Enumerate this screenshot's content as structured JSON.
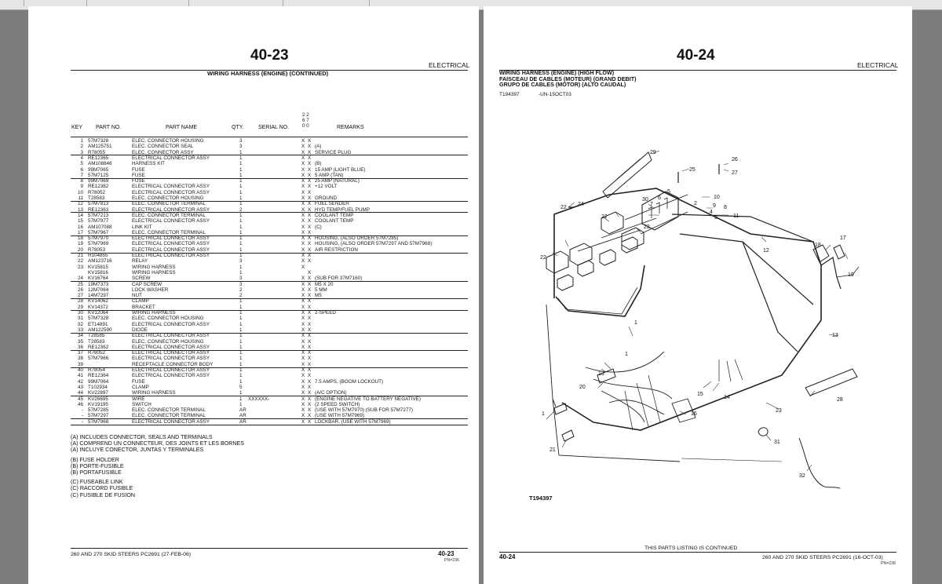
{
  "left": {
    "page_number": "40-23",
    "section": "ELECTRICAL",
    "title": "WIRING HARNESS (ENGINE) (CONTINUED)",
    "model_codes_top": "2 2",
    "model_codes_mid": "6 7",
    "model_codes_bot": "0 0",
    "columns": {
      "key": "KEY",
      "part": "PART NO.",
      "name": "PART NAME",
      "qty": "QTY.",
      "serial": "SERIAL NO.",
      "remarks": "REMARKS"
    },
    "rows": [
      {
        "key": "1",
        "part": "57M7328",
        "name": "ELEC. CONNECTOR HOUSING",
        "qty": "3",
        "serial": "",
        "m1": "X",
        "m2": "X",
        "rem": ""
      },
      {
        "key": "2",
        "part": "AM125751",
        "name": "ELEC. CONNECTOR SEAL",
        "qty": "3",
        "serial": "",
        "m1": "X",
        "m2": "X",
        "rem": "(A)"
      },
      {
        "key": "3",
        "part": "R78055",
        "name": "ELEC. CONNECTOR ASSY",
        "qty": "1",
        "serial": "",
        "m1": "X",
        "m2": "X",
        "rem": "SERVICE PLUG"
      },
      {
        "key": "4",
        "part": "RE12365",
        "name": "ELECTRICAL CONNECTOR ASSY",
        "qty": "1",
        "serial": "",
        "m1": "X",
        "m2": "X",
        "rem": ""
      },
      {
        "key": "5",
        "part": "AM108846",
        "name": "HARNESS KIT",
        "qty": "1",
        "serial": "",
        "m1": "X",
        "m2": "X",
        "rem": "(B)"
      },
      {
        "key": "6",
        "part": "99M7065",
        "name": "FUSE",
        "qty": "1",
        "serial": "",
        "m1": "X",
        "m2": "X",
        "rem": "15 AMP (LIGHT BLUE)"
      },
      {
        "key": "7",
        "part": "57M7125",
        "name": "FUSE",
        "qty": "1",
        "serial": "",
        "m1": "X",
        "m2": "X",
        "rem": "5 AMP (TAN)"
      },
      {
        "key": "8",
        "part": "99M7069",
        "name": "FUSE",
        "qty": "1",
        "serial": "",
        "m1": "X",
        "m2": "X",
        "rem": "25 AMP (NATURAL)"
      },
      {
        "key": "9",
        "part": "RE12382",
        "name": "ELECTRICAL CONNECTOR ASSY",
        "qty": "1",
        "serial": "",
        "m1": "X",
        "m2": "X",
        "rem": "+12 VOLT"
      },
      {
        "key": "10",
        "part": "R78052",
        "name": "ELECTRICAL CONNECTOR ASSY",
        "qty": "1",
        "serial": "",
        "m1": "X",
        "m2": "X",
        "rem": ""
      },
      {
        "key": "11",
        "part": "T28583",
        "name": "ELEC. CONNECTOR HOUSING",
        "qty": "1",
        "serial": "",
        "m1": "X",
        "m2": "X",
        "rem": "GROUND"
      },
      {
        "key": "12",
        "part": "57M7813",
        "name": "ELEC. CONNECTOR TERMINAL",
        "qty": "1",
        "serial": "",
        "m1": "X",
        "m2": "X",
        "rem": "FUEL SENDER"
      },
      {
        "key": "13",
        "part": "RE12363",
        "name": "ELECTRICAL CONNECTOR ASSY",
        "qty": "2",
        "serial": "",
        "m1": "X",
        "m2": "X",
        "rem": "HYD TEMP/FUEL PUMP"
      },
      {
        "key": "14",
        "part": "57M7213",
        "name": "ELEC. CONNECTOR TERMINAL",
        "qty": "1",
        "serial": "",
        "m1": "X",
        "m2": "X",
        "rem": "COOLANT TEMP"
      },
      {
        "key": "15",
        "part": "57M7977",
        "name": "ELECTRICAL CONNECTOR ASSY",
        "qty": "1",
        "serial": "",
        "m1": "X",
        "m2": "X",
        "rem": "COOLANT TEMP"
      },
      {
        "key": "16",
        "part": "AM107088",
        "name": "LINK KIT",
        "qty": "1",
        "serial": "",
        "m1": "X",
        "m2": "X",
        "rem": "(C)"
      },
      {
        "key": "17",
        "part": "57M7967",
        "name": "ELEC. CONNECTOR TERMINAL",
        "qty": "1",
        "serial": "",
        "m1": "X",
        "m2": "X",
        "rem": ""
      },
      {
        "key": "18",
        "part": "57M7970",
        "name": "ELECTRICAL CONNECTOR ASSY",
        "qty": "1",
        "serial": "",
        "m1": "X",
        "m2": "X",
        "rem": "HOUSING, (ALSO ORDER 57M7285)"
      },
      {
        "key": "19",
        "part": "57M7969",
        "name": "ELECTRICAL CONNECTOR ASSY",
        "qty": "1",
        "serial": "",
        "m1": "X",
        "m2": "X",
        "rem": "HOUSING, (ALSO ORDER 57M7297 AND 57M7968)"
      },
      {
        "key": "20",
        "part": "R78053",
        "name": "ELECTRICAL CONNECTOR ASSY",
        "qty": "1",
        "serial": "",
        "m1": "X",
        "m2": "X",
        "rem": "AIR RESTRICTION"
      },
      {
        "key": "21",
        "part": "H104855",
        "name": "ELECTRICAL CONNECTOR ASSY",
        "qty": "1",
        "serial": "",
        "m1": "X",
        "m2": "X",
        "rem": ""
      },
      {
        "key": "22",
        "part": "AM123716",
        "name": "RELAY",
        "qty": "3",
        "serial": "",
        "m1": "X",
        "m2": "X",
        "rem": ""
      },
      {
        "key": "23",
        "part": "KV15815",
        "name": "WIRING HARNESS",
        "qty": "1",
        "serial": "",
        "m1": "X",
        "m2": "",
        "rem": ""
      },
      {
        "key": "",
        "part": "KV15816",
        "name": "WIRING HARNESS",
        "qty": "1",
        "serial": "",
        "m1": "",
        "m2": "X",
        "rem": ""
      },
      {
        "key": "24",
        "part": "KV16764",
        "name": "SCREW",
        "qty": "3",
        "serial": "",
        "m1": "X",
        "m2": "X",
        "rem": "(SUB FOR 37M7160)"
      },
      {
        "key": "25",
        "part": "19M7373",
        "name": "CAP SCREW",
        "qty": "3",
        "serial": "",
        "m1": "X",
        "m2": "X",
        "rem": "M5 X 20"
      },
      {
        "key": "26",
        "part": "12M7064",
        "name": "LOCK WASHER",
        "qty": "2",
        "serial": "",
        "m1": "X",
        "m2": "X",
        "rem": "5 MM"
      },
      {
        "key": "27",
        "part": "14M7297",
        "name": "NUT",
        "qty": "2",
        "serial": "",
        "m1": "X",
        "m2": "X",
        "rem": "M5"
      },
      {
        "key": "28",
        "part": "KV14062",
        "name": "CLAMP",
        "qty": "1",
        "serial": "",
        "m1": "X",
        "m2": "X",
        "rem": ""
      },
      {
        "key": "29",
        "part": "KV14372",
        "name": "BRACKET",
        "qty": "1",
        "serial": "",
        "m1": "X",
        "m2": "X",
        "rem": ""
      },
      {
        "key": "30",
        "part": "KV12064",
        "name": "WIRING HARNESS",
        "qty": "1",
        "serial": "",
        "m1": "X",
        "m2": "X",
        "rem": "2-SPEED"
      },
      {
        "key": "31",
        "part": "57M7328",
        "name": "ELEC. CONNECTOR HOUSING",
        "qty": "1",
        "serial": "",
        "m1": "X",
        "m2": "X",
        "rem": ""
      },
      {
        "key": "32",
        "part": "ET14891",
        "name": "ELECTRICAL CONNECTOR ASSY",
        "qty": "1",
        "serial": "",
        "m1": "X",
        "m2": "X",
        "rem": ""
      },
      {
        "key": "33",
        "part": "AM122590",
        "name": "DIODE",
        "qty": "1",
        "serial": "",
        "m1": "X",
        "m2": "X",
        "rem": ""
      },
      {
        "key": "34",
        "part": "T28585",
        "name": "ELECTRICAL CONNECTOR ASSY",
        "qty": "1",
        "serial": "",
        "m1": "X",
        "m2": "X",
        "rem": ""
      },
      {
        "key": "35",
        "part": "T28583",
        "name": "ELEC. CONNECTOR HOUSING",
        "qty": "1",
        "serial": "",
        "m1": "X",
        "m2": "X",
        "rem": ""
      },
      {
        "key": "36",
        "part": "RE12362",
        "name": "ELECTRICAL CONNECTOR ASSY",
        "qty": "1",
        "serial": "",
        "m1": "X",
        "m2": "X",
        "rem": ""
      },
      {
        "key": "37",
        "part": "R78052",
        "name": "ELECTRICAL CONNECTOR ASSY",
        "qty": "1",
        "serial": "",
        "m1": "X",
        "m2": "X",
        "rem": ""
      },
      {
        "key": "38",
        "part": "57M7966",
        "name": "ELECTRICAL CONNECTOR ASSY",
        "qty": "1",
        "serial": "",
        "m1": "X",
        "m2": "X",
        "rem": ""
      },
      {
        "key": "39",
        "part": "",
        "name": "RECEPTACLE CONNECTOR BODY",
        "qty": "1",
        "serial": "",
        "m1": "X",
        "m2": "X",
        "rem": ""
      },
      {
        "key": "40",
        "part": "R78054",
        "name": "ELECTRICAL CONNECTOR ASSY",
        "qty": "1",
        "serial": "",
        "m1": "X",
        "m2": "X",
        "rem": ""
      },
      {
        "key": "41",
        "part": "RE12364",
        "name": "ELECTRICAL CONNECTOR ASSY",
        "qty": "1",
        "serial": "",
        "m1": "X",
        "m2": "X",
        "rem": ""
      },
      {
        "key": "42",
        "part": "99M7064",
        "name": "FUSE",
        "qty": "1",
        "serial": "",
        "m1": "X",
        "m2": "X",
        "rem": "7.5 AMPS, (BOOM LOCKOUT)"
      },
      {
        "key": "43",
        "part": "T102934",
        "name": "CLAMP",
        "qty": "5",
        "serial": "",
        "m1": "X",
        "m2": "X",
        "rem": ""
      },
      {
        "key": "44",
        "part": "KV22897",
        "name": "WIRING HARNESS",
        "qty": "1",
        "serial": "",
        "m1": "X",
        "m2": "X",
        "rem": "(A/C OPTION)"
      },
      {
        "key": "45",
        "part": "KV26695",
        "name": "WIRE",
        "qty": "1",
        "serial": "XXXXXX-",
        "m1": "X",
        "m2": "X",
        "rem": "(ENGINE NEGATIVE TO BATTERY NEGATIVE)"
      },
      {
        "key": "46",
        "part": "KV19195",
        "name": "SWITCH",
        "qty": "1",
        "serial": "",
        "m1": "X",
        "m2": "X",
        "rem": "(2 SPEED SWITCH)"
      },
      {
        "key": "-",
        "part": "57M7285",
        "name": "ELEC. CONNECTOR TERMINAL",
        "qty": "AR",
        "serial": "",
        "m1": "X",
        "m2": "X",
        "rem": "(USE WITH 57M7970) (SUB FOR 57M7277)"
      },
      {
        "key": "-",
        "part": "57M7297",
        "name": "ELEC. CONNECTOR TERMINAL",
        "qty": "AR",
        "serial": "",
        "m1": "X",
        "m2": "X",
        "rem": "(USE WITH 57M7969)"
      },
      {
        "key": "-",
        "part": "57M7968",
        "name": "ELECTRICAL CONNECTOR ASSY",
        "qty": "AR",
        "serial": "",
        "m1": "X",
        "m2": "X",
        "rem": "LOCKBAR, (USE WITH 57M7969)"
      }
    ],
    "notes": [
      "(A) INCLUDES CONNECTOR, SEALS AND TERMINALS",
      "(A) COMPREND UN CONNECTEUR, DES JOINTS ET LES BORNES",
      "(A) INCLUYE CONECTOR, JUNTAS Y TERMINALES",
      "",
      "(B) FUSE HOLDER",
      "(B) PORTE-FUSIBLE",
      "(B) PORTAFUSIBLE",
      "",
      "(C) FUSEABLE LINK",
      "(C) RACCORD FUSIBLE",
      "(C) FUSIBLE DE FUSION"
    ],
    "footer_left": "260 AND 270 SKID STEERS    PC2691    (27-FEB-06)",
    "footer_page": "40-23",
    "footer_code": "PN=236"
  },
  "right": {
    "page_number": "40-24",
    "section": "ELECTRICAL",
    "title_en": "WIRING HARNESS (ENGINE) (HIGH FLOW)",
    "title_fr": "FAISCEAU DE CABLES (MOTEUR) (GRAND DEBIT)",
    "title_es": "GRUPO DE CABLES (MOTOR) (ALTO CAUDAL)",
    "ident": "T194397",
    "ident_date": "-UN-15OCT03",
    "figure_id": "T194397",
    "continued": "THIS PARTS LISTING IS CONTINUED",
    "footer_page": "40-24",
    "footer_right": "260 AND 270 SKID STEERS    PC2691    (16-OCT-03)",
    "footer_code": "PN=238",
    "callouts": [
      "1",
      "1",
      "1",
      "2",
      "3",
      "4",
      "5",
      "6",
      "7",
      "8",
      "9",
      "10",
      "11",
      "12",
      "13",
      "13",
      "14",
      "15",
      "16",
      "17",
      "18",
      "19",
      "20",
      "21",
      "22",
      "22",
      "22",
      "22",
      "23",
      "24",
      "25",
      "26",
      "27",
      "28",
      "29",
      "30",
      "31",
      "32"
    ]
  }
}
